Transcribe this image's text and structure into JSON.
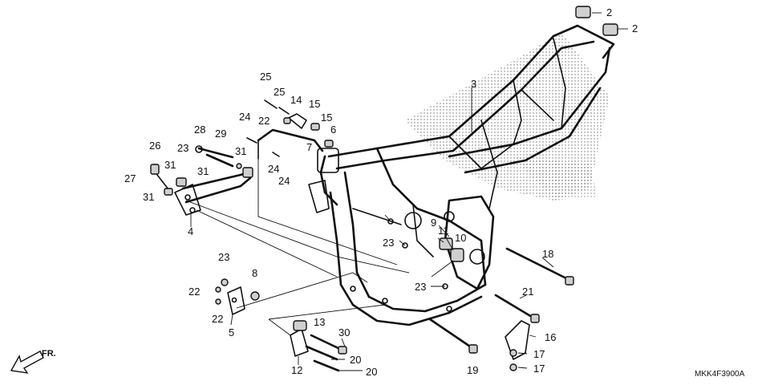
{
  "figure": {
    "ref_code": "MKK4F3900A",
    "direction_label": "FR.",
    "direction_icon": "front-arrow-icon"
  },
  "callouts": {
    "c2a": "2",
    "c2b": "2",
    "c3": "3",
    "c4": "4",
    "c5": "5",
    "c6": "6",
    "c7": "7",
    "c8": "8",
    "c9": "9",
    "c10": "10",
    "c11": "11",
    "c12": "12",
    "c13": "13",
    "c14": "14",
    "c15a": "15",
    "c15b": "15",
    "c16": "16",
    "c17a": "17",
    "c17b": "17",
    "c18": "18",
    "c19": "19",
    "c20a": "20",
    "c20b": "20",
    "c21": "21",
    "c22a": "22",
    "c22b": "22",
    "c22c": "22",
    "c23a": "23",
    "c23b": "23",
    "c23c": "23",
    "c23d": "23",
    "c24a": "24",
    "c24b": "24",
    "c24c": "24",
    "c25a": "25",
    "c25b": "25",
    "c26": "26",
    "c27": "27",
    "c28": "28",
    "c29": "29",
    "c30": "30",
    "c31a": "31",
    "c31b": "31",
    "c31c": "31",
    "c31d": "31"
  }
}
